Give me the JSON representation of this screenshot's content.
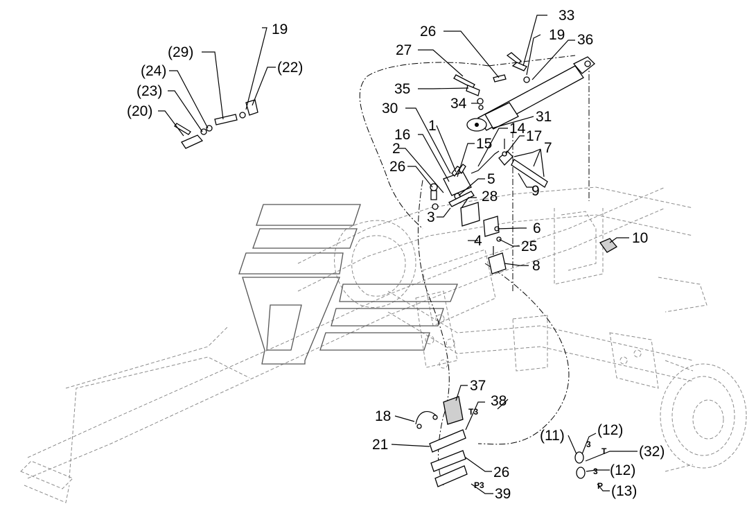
{
  "labels": {
    "l19a": "19",
    "l29": "(29)",
    "l24": "(24)",
    "l22": "(22)",
    "l23": "(23)",
    "l20": "(20)",
    "l26a": "26",
    "l33": "33",
    "l27": "27",
    "l19b": "19",
    "l36": "36",
    "l35": "35",
    "l34": "34",
    "l30": "30",
    "l31": "31",
    "l1": "1",
    "l14": "14",
    "l16": "16",
    "l15": "15",
    "l17": "17",
    "l2": "2",
    "l7": "7",
    "l26b": "26",
    "l5": "5",
    "l9": "9",
    "l28": "28",
    "l3": "3",
    "l6": "6",
    "l4": "4",
    "l25": "25",
    "l10": "10",
    "l8": "8",
    "l37": "37",
    "l38": "38",
    "l18": "18",
    "l21": "21",
    "l26c": "26",
    "l39": "39",
    "l11": "(11)",
    "l12a": "(12)",
    "l32": "(32)",
    "l12b": "(12)",
    "l13": "(13)"
  },
  "markers": {
    "t3": "T3",
    "p3": "P3",
    "three_a": "3",
    "t_small": "T",
    "three_b": "3",
    "p_small": "P"
  }
}
